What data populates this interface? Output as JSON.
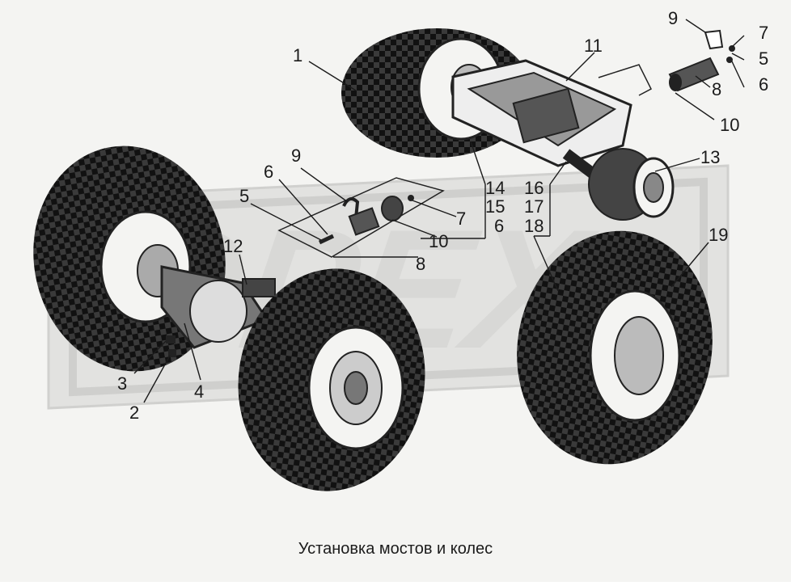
{
  "caption": "Установка мостов и колес",
  "watermark": "OPEX",
  "callouts": [
    "1",
    "2",
    "3",
    "4",
    "5",
    "6",
    "7",
    "8",
    "9",
    "10",
    "11",
    "12",
    "13",
    "14",
    "15",
    "6",
    "16",
    "17",
    "18",
    "19",
    "9",
    "7",
    "5",
    "6",
    "8",
    "10"
  ],
  "colors": {
    "ink": "#1b1b1b",
    "tire": "#222222",
    "watermark": "#d8d8d6",
    "background": "#f4f4f2"
  }
}
